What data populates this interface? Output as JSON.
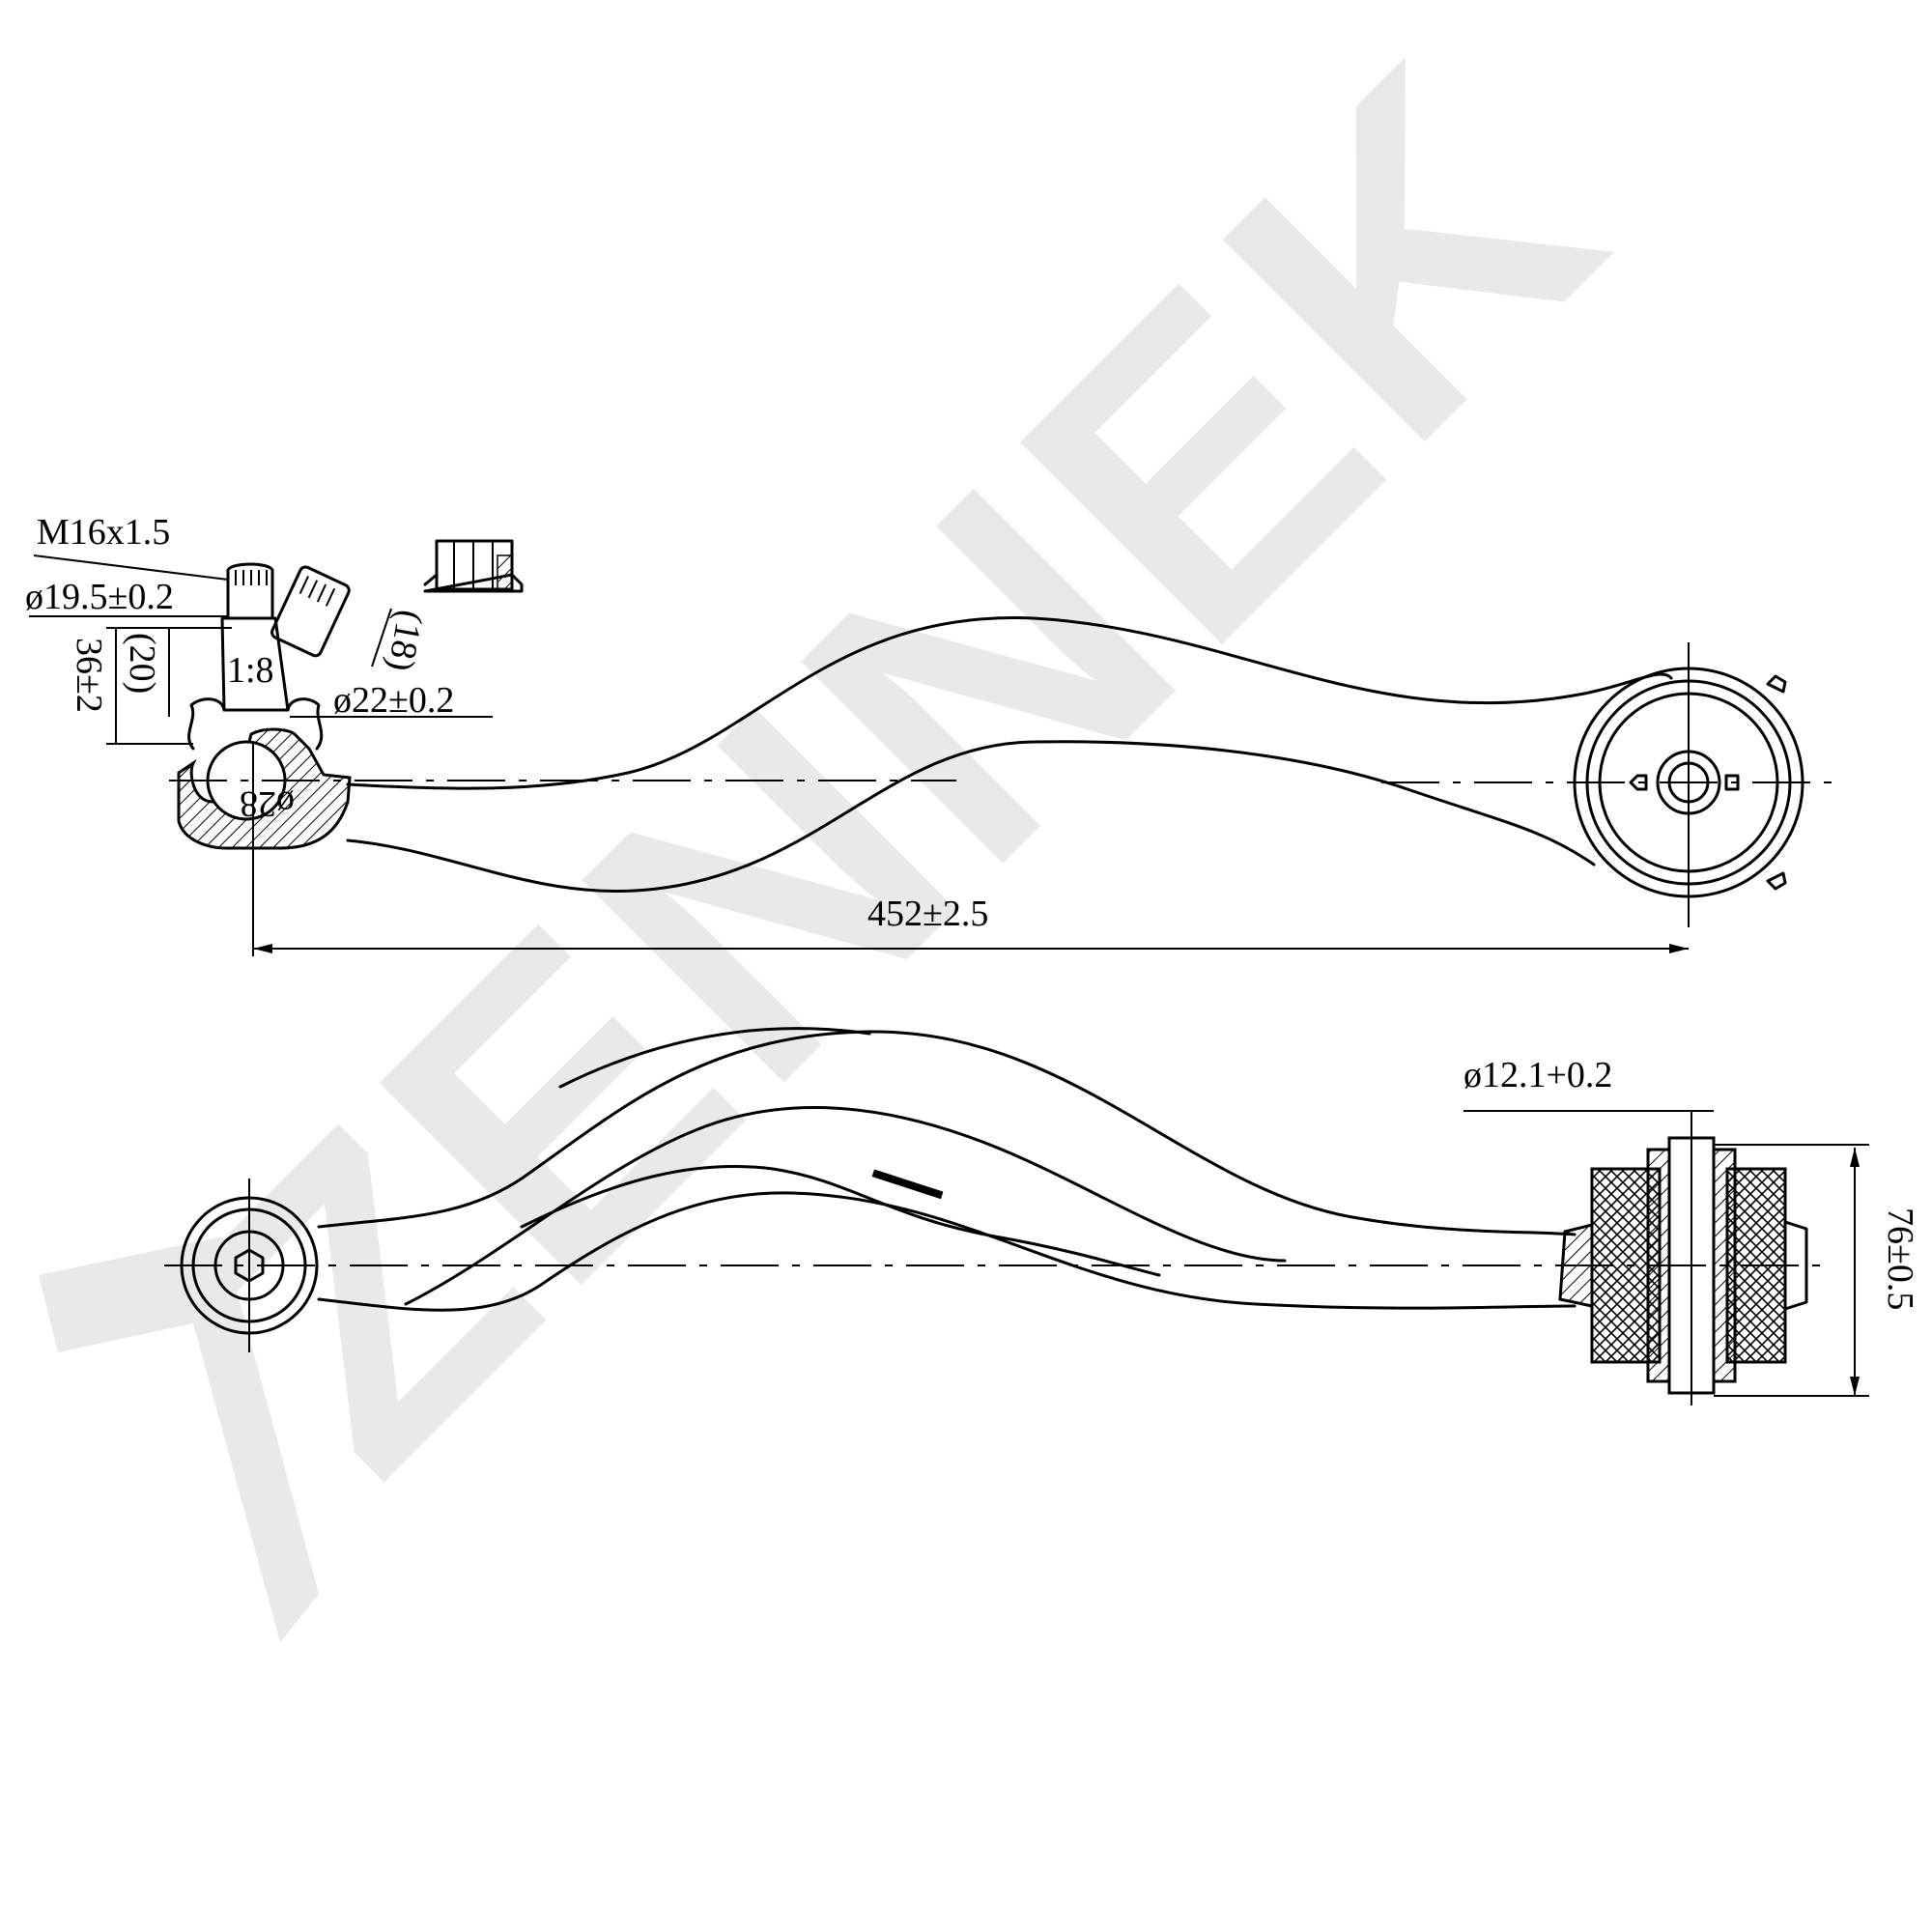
{
  "watermark": {
    "brand": "ZENNEK",
    "color": "#e9e9e9"
  },
  "part": {
    "type": "control-arm"
  },
  "dimensions": {
    "thread": "M16x1.5",
    "taper_dia": "ø19.5±0.2",
    "taper_len": "(20)",
    "stud_height": "36±2",
    "taper_ratio": "1:8",
    "nut_size": "(18)",
    "ball_dia_shank": "ø22±0.2",
    "ball_dia": "ø28",
    "center_distance": "452±2.5",
    "bushing_bore": "ø12.1+0.2",
    "bushing_width": "76±0.5"
  }
}
